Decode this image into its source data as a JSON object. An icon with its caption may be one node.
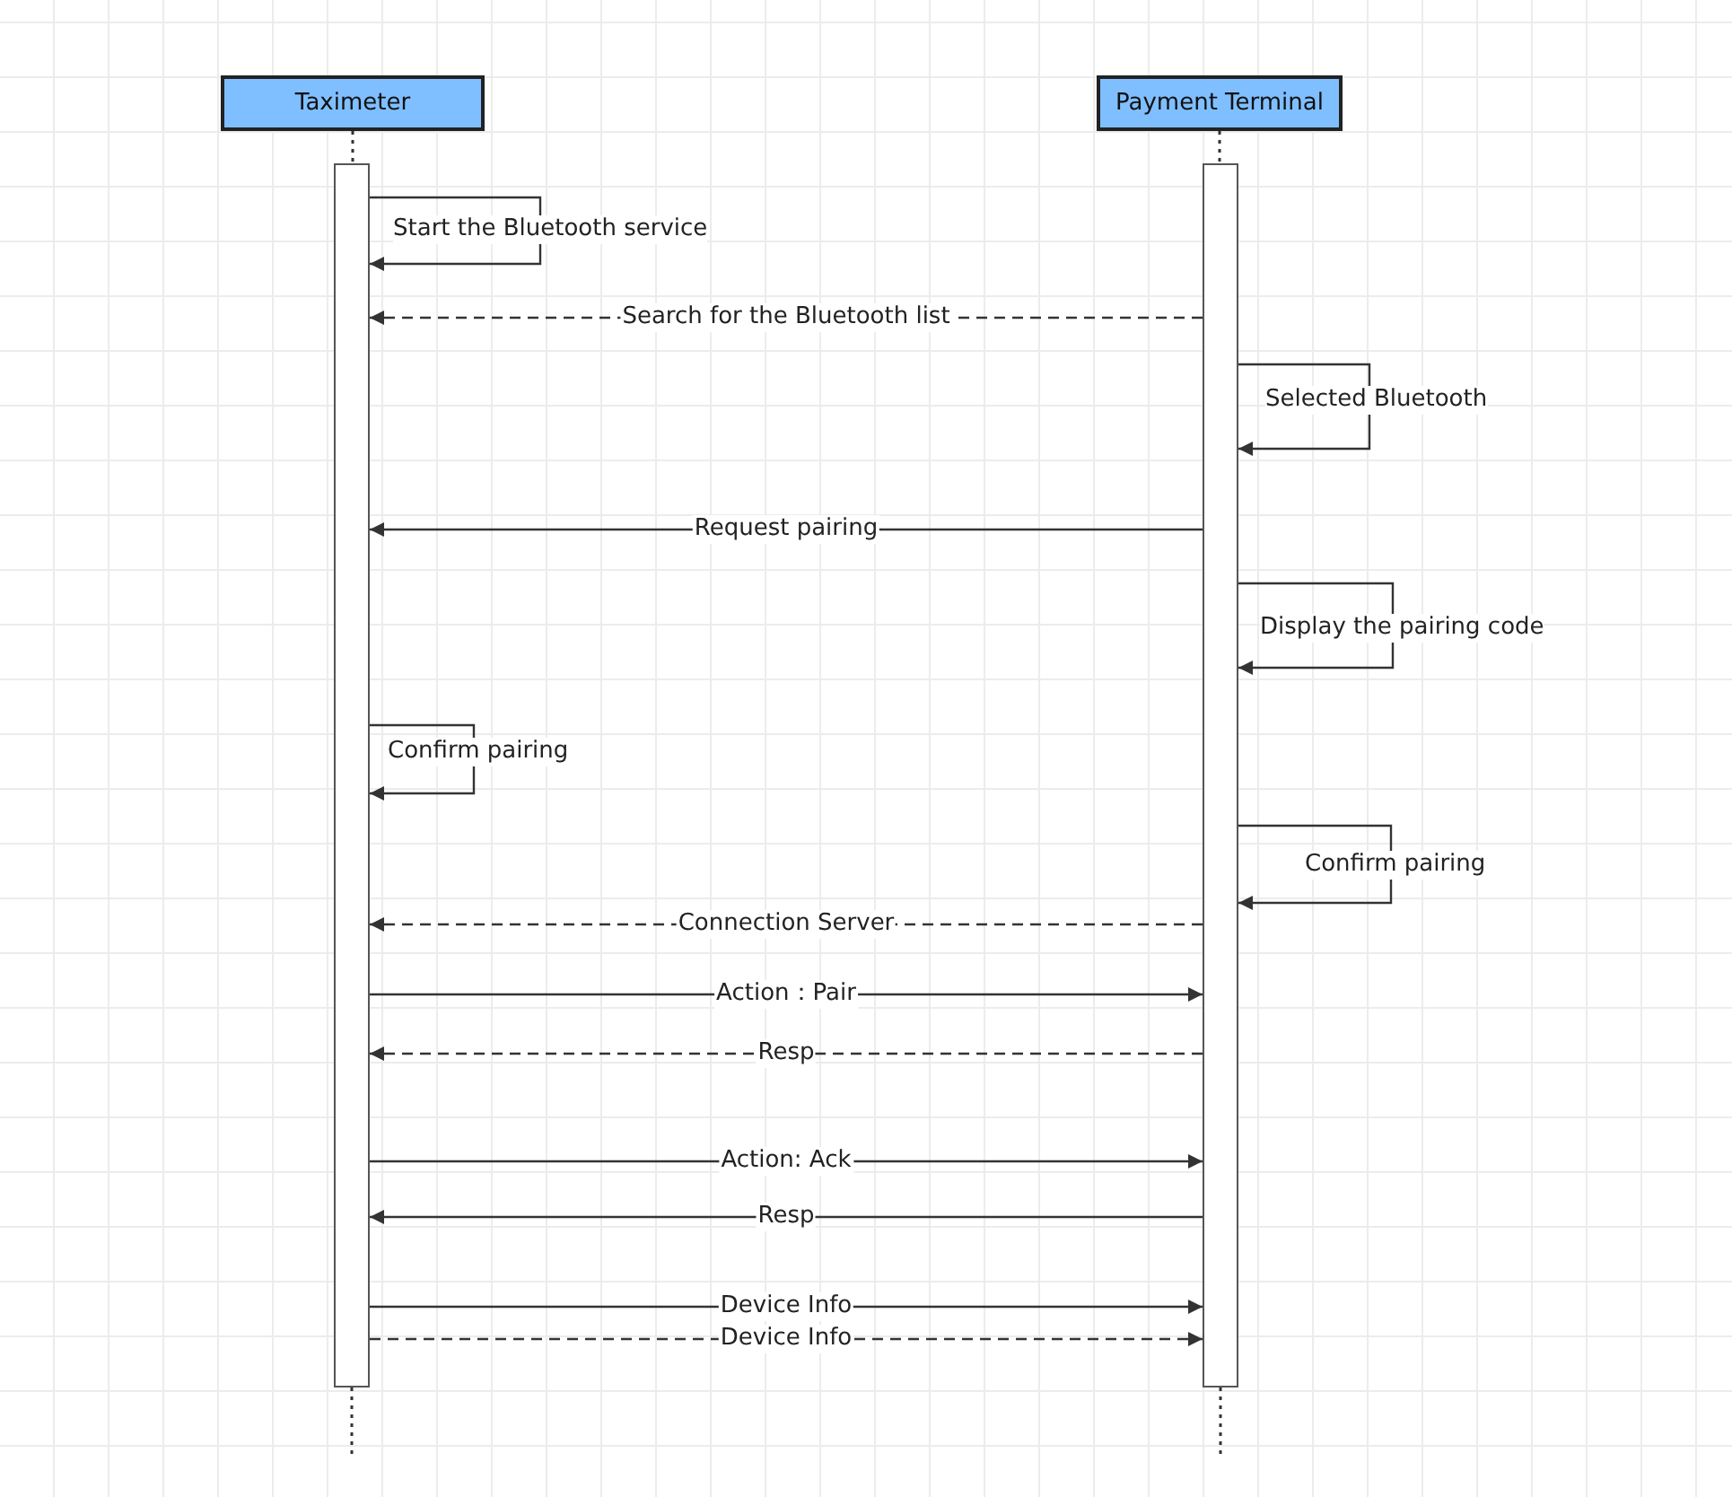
{
  "diagram": {
    "nodes": [
      {
        "text": [
          "Taximeter"
        ]
      },
      {
        "text": [
          "Payment Terminal"
        ]
      },
      {
        "text": [],
        "shape": "bar"
      },
      {
        "text": [],
        "shape": "bar"
      }
    ],
    "edges": [
      {
        "from": 2,
        "to": 2,
        "arrow": "to",
        "label": "Start the Bluetooth service"
      },
      {
        "from": 3,
        "to": 2,
        "arrow": "to",
        "label": "Search for the Bluetooth list",
        "style": "dashed"
      },
      {
        "from": 3,
        "to": 3,
        "arrow": "to",
        "label": "Selected Bluetooth"
      },
      {
        "from": 3,
        "to": 2,
        "arrow": "to",
        "label": "Request pairing"
      },
      {
        "from": 3,
        "to": 3,
        "arrow": "to",
        "label": "Display the pairing code"
      },
      {
        "from": 2,
        "to": 2,
        "arrow": "to",
        "label": "Confirm pairing"
      },
      {
        "from": 3,
        "to": 3,
        "arrow": "to",
        "label": "Confirm pairing"
      },
      {
        "from": 3,
        "to": 2,
        "arrow": "to",
        "label": "Connection Server",
        "style": "dashed"
      },
      {
        "from": 2,
        "to": 3,
        "arrow": "to",
        "label": "Action：Pair"
      },
      {
        "from": 3,
        "to": 2,
        "arrow": "to",
        "label": "Resp",
        "style": "dashed"
      },
      {
        "from": 2,
        "to": 3,
        "arrow": "to",
        "label": "Action: Ack"
      },
      {
        "from": 3,
        "to": 2,
        "arrow": "to",
        "label": "Resp"
      },
      {
        "from": 2,
        "to": 3,
        "arrow": "to",
        "label": "Device Info"
      },
      {
        "from": 2,
        "to": 3,
        "arrow": "to",
        "label": "Device Info",
        "style": "dashed"
      },
      {
        "from": 0,
        "to": 2,
        "arrow": "none",
        "style": "dashed"
      },
      {
        "from": 1,
        "to": 3,
        "arrow": "none",
        "style": "dashed"
      },
      {
        "from": 2,
        "to": null,
        "arrow": "none",
        "style": "dashed"
      },
      {
        "from": 3,
        "to": null,
        "arrow": "none",
        "style": "dashed"
      }
    ]
  }
}
